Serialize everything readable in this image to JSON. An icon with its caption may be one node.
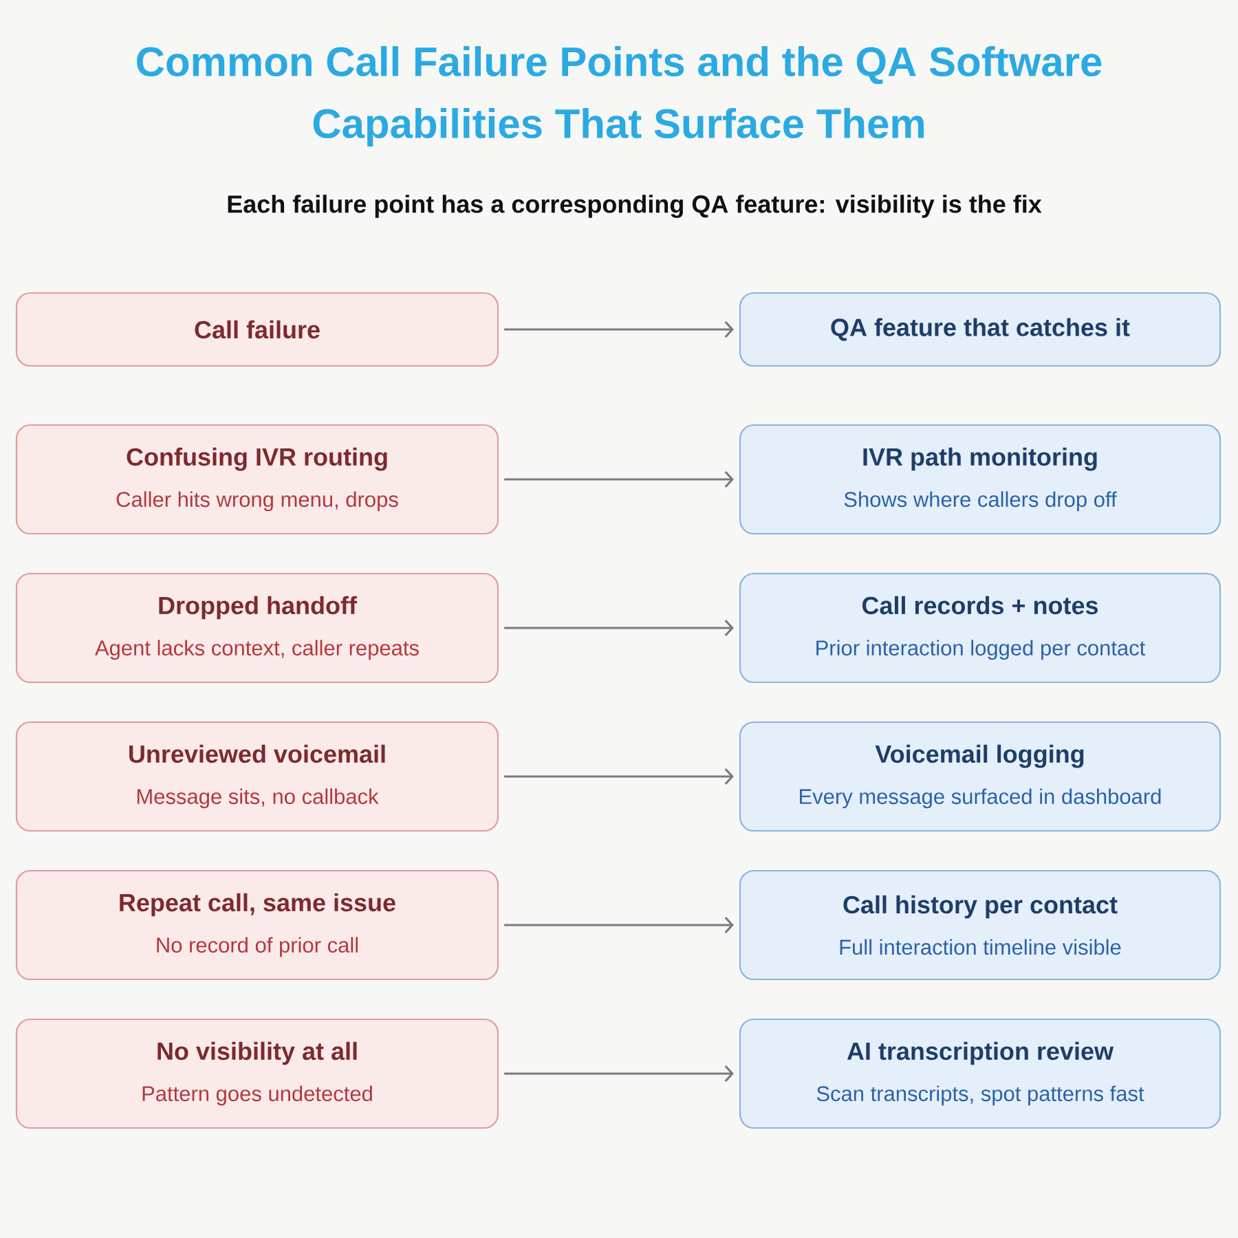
{
  "diagram": {
    "title": "Common Call Failure Points and the QA Software Capabilities That Surface Them",
    "nodes": [
      {
        "text": [
          "Call failure"
        ]
      },
      {
        "text": [
          "QA feature that catches it"
        ]
      },
      {
        "text": [
          "Confusing IVR routing",
          "Caller hits wrong menu, drops"
        ]
      },
      {
        "text": [
          "IVR path monitoring",
          "Shows where callers drop off"
        ]
      },
      {
        "text": [
          "Dropped handoff",
          "Agent lacks context, caller repeats"
        ]
      },
      {
        "text": [
          "Call records + notes",
          "Prior interaction logged per contact"
        ]
      },
      {
        "text": [
          "Unreviewed voicemail",
          "Message sits, no callback"
        ]
      },
      {
        "text": [
          "Voicemail logging",
          "Every message surfaced in dashboard"
        ]
      },
      {
        "text": [
          "Repeat call, same issue",
          "No record of prior call"
        ]
      },
      {
        "text": [
          "Call history per contact",
          "Full interaction timeline visible"
        ]
      },
      {
        "text": [
          "No visibility at all",
          "Pattern goes undetected"
        ]
      },
      {
        "text": [
          "AI transcription review",
          "Scan transcripts, spot patterns fast"
        ]
      }
    ],
    "edges": [
      {
        "from": 0,
        "to": 1,
        "arrow": "to"
      },
      {
        "from": 2,
        "to": 3,
        "arrow": "to"
      },
      {
        "from": 4,
        "to": 5,
        "arrow": "to"
      },
      {
        "from": 6,
        "to": 7,
        "arrow": "to"
      },
      {
        "from": 8,
        "to": 9,
        "arrow": "to"
      },
      {
        "from": 10,
        "to": 11,
        "arrow": "to"
      }
    ],
    "labels": [
      "Each failure point has a corresponding QA feature: visibility is the fix"
    ]
  }
}
